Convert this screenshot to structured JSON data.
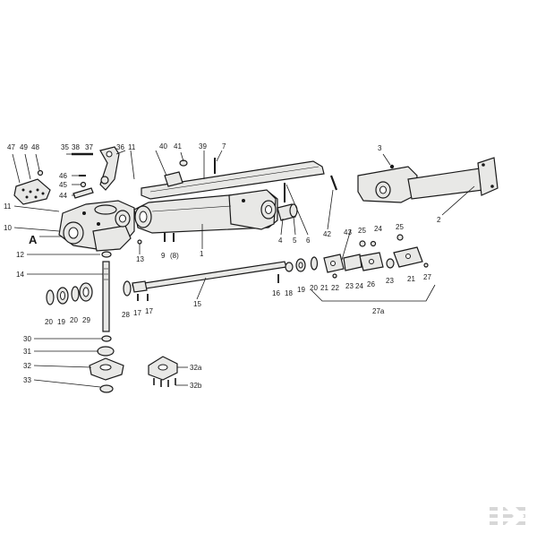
{
  "labels": {
    "l47": "47",
    "l49": "49",
    "l48": "48",
    "l35": "35",
    "l38": "38",
    "l37": "37",
    "l36": "36",
    "l11a": "11",
    "l46": "46",
    "l45": "45",
    "l44": "44",
    "l11b": "11",
    "l10": "10",
    "lA": "A",
    "l40": "40",
    "l41": "41",
    "l39": "39",
    "l7": "7",
    "l3": "3",
    "l2": "2",
    "l13": "13",
    "l9": "9",
    "l8p": "(8)",
    "l1": "1",
    "l43": "43",
    "l4": "4",
    "l5": "5",
    "l6": "6",
    "l42": "42",
    "l25a": "25",
    "l24": "24",
    "l25b": "25",
    "l12": "12",
    "l14": "14",
    "l20a": "20",
    "l19a": "19",
    "l20b": "20",
    "l29": "29",
    "l28": "28",
    "l17a": "17",
    "l17b": "17",
    "l15": "15",
    "l16": "16",
    "l18": "18",
    "l19b": "19",
    "l20c": "20",
    "l21a": "21",
    "l22": "22",
    "l23a": "23",
    "l24b": "24",
    "l26": "26",
    "l23b": "23",
    "l21b": "21",
    "l27": "27",
    "l27a": "27a",
    "l30": "30",
    "l31": "31",
    "l32": "32",
    "l33": "33",
    "l32a": "32a",
    "l32b": "32b"
  },
  "colors": {
    "ink": "#1a1a1a",
    "part_fill": "#e8e8e6",
    "logo": "#d7d7d7"
  },
  "logo": {
    "text": "K",
    "icon": "kramp-logo-icon"
  }
}
